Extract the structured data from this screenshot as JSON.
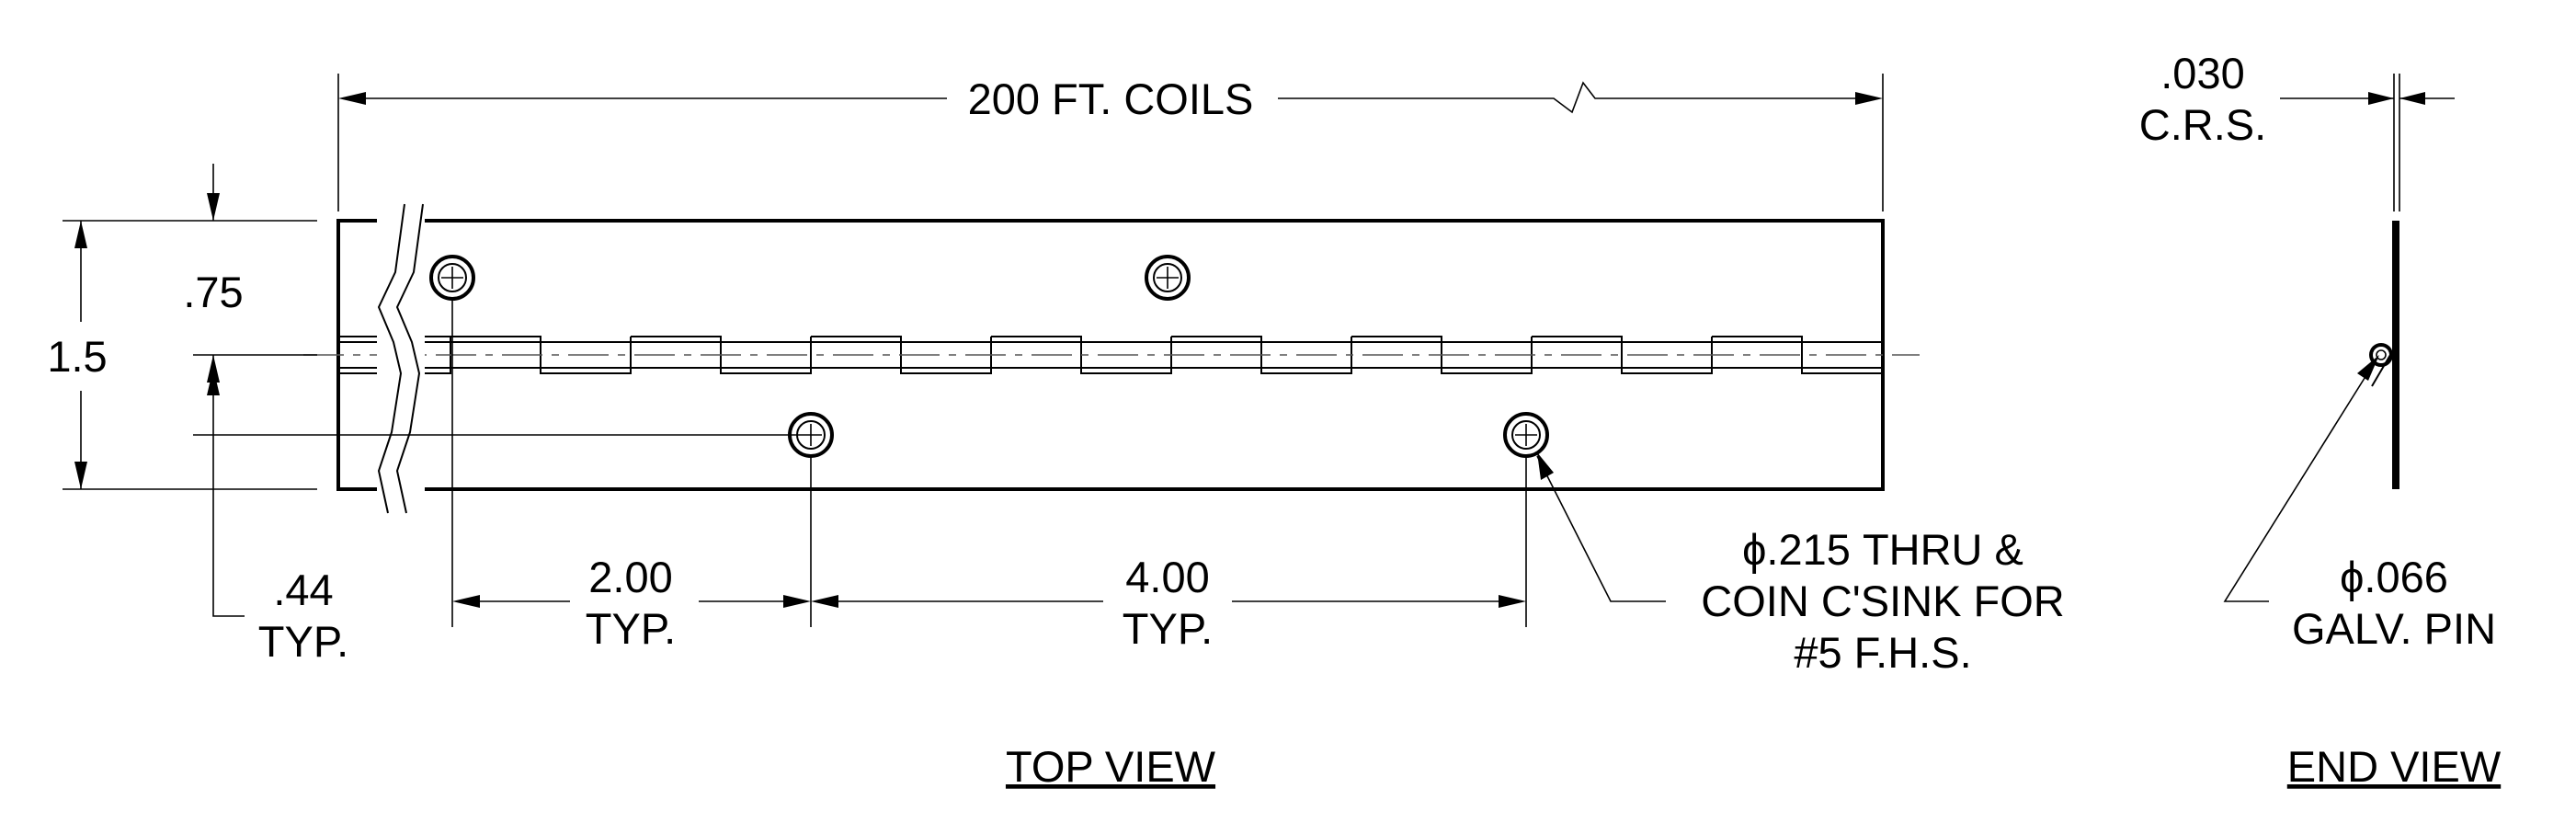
{
  "dimensions": {
    "length": "200 FT. COILS",
    "width": "1.5",
    "leaf_width": ".75",
    "hole_edge": ".44",
    "hole_edge_typ": "TYP.",
    "hole_spacing_small": "2.00",
    "hole_spacing_small_typ": "TYP.",
    "hole_spacing_large": "4.00",
    "hole_spacing_large_typ": "TYP.",
    "thickness": ".030",
    "thickness_note": "C.R.S."
  },
  "notes": {
    "hole_line1": "ϕ.215 THRU &",
    "hole_line2": "COIN C'SINK FOR",
    "hole_line3": "#5 F.H.S.",
    "pin_line1": "ϕ.066",
    "pin_line2": "GALV. PIN"
  },
  "titles": {
    "top_view": "TOP VIEW",
    "end_view": "END VIEW"
  }
}
